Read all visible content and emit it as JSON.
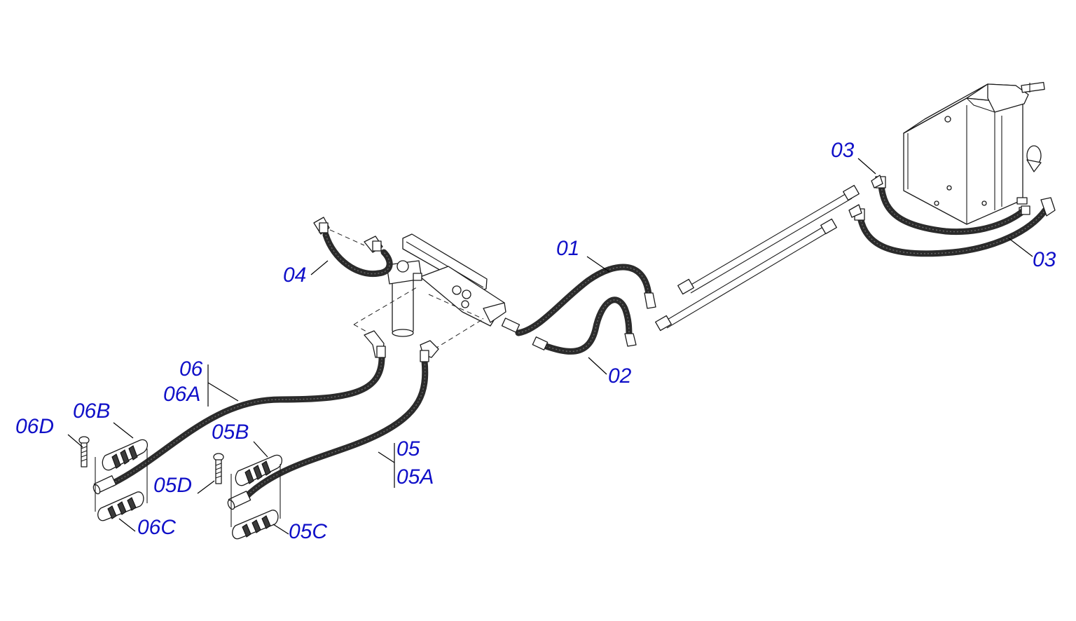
{
  "colors": {
    "label": "#1010c8",
    "hose": "#2b2b2b",
    "line": "#1a1a1a",
    "background": "#ffffff"
  },
  "labels": {
    "l01": "01",
    "l02": "02",
    "l03_top": "03",
    "l03_right": "03",
    "l04": "04",
    "l05": "05",
    "l05A": "05A",
    "l05B": "05B",
    "l05C": "05C",
    "l05D": "05D",
    "l06": "06",
    "l06A": "06A",
    "l06B": "06B",
    "l06C": "06C",
    "l06D": "06D"
  }
}
